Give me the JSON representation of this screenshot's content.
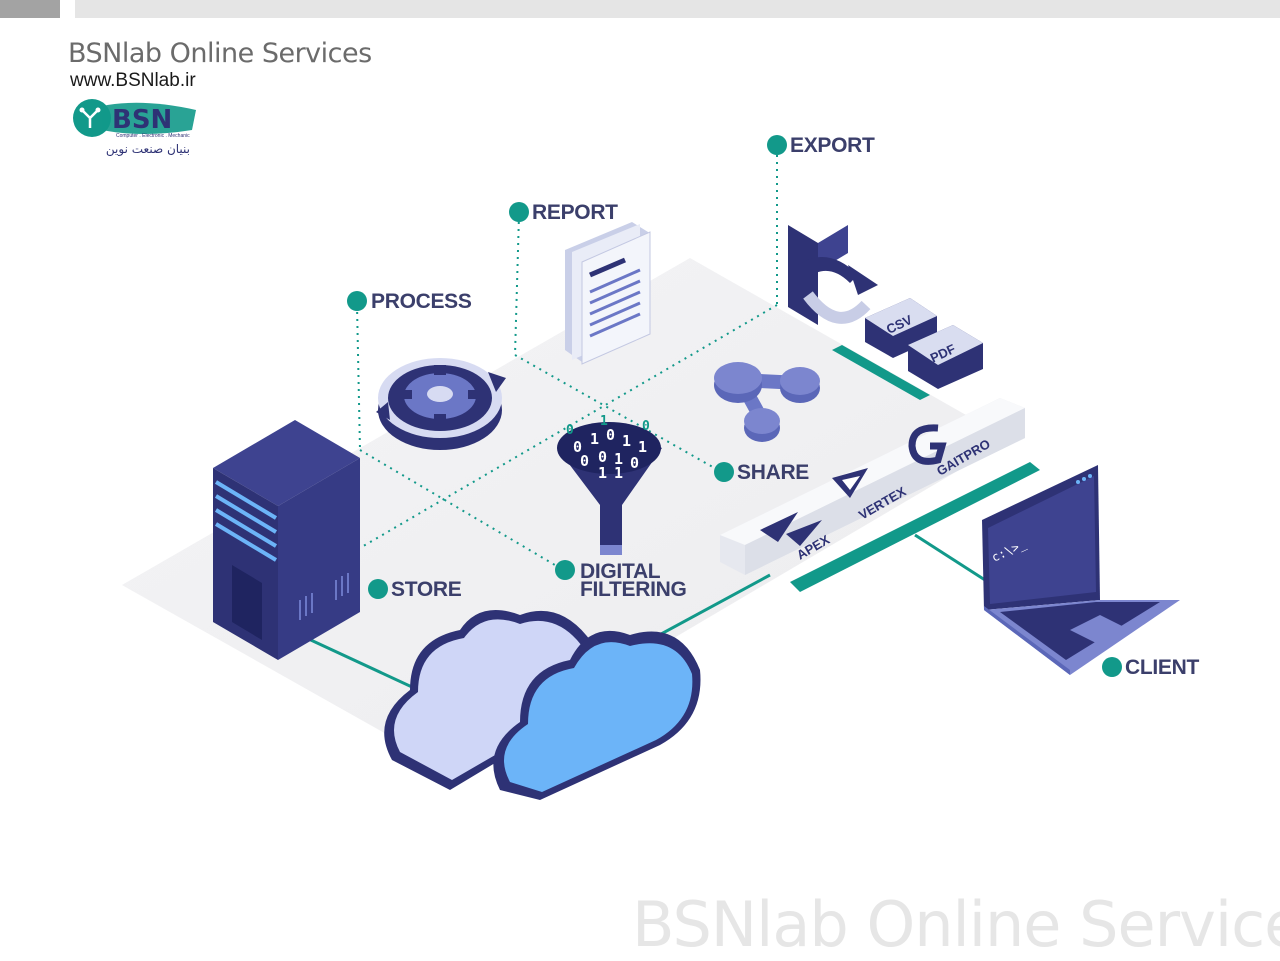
{
  "header": {
    "brand_title": "BSNlab  Online Services",
    "brand_url": "www.BSNlab.ir",
    "logo_text": "BSN",
    "logo_subtitle": "Computer . Electronic . Mechanic",
    "logo_persian": "بنیان صنعت نوین"
  },
  "watermark": "BSNlab Online Services",
  "labels": {
    "export": "EXPORT",
    "report": "REPORT",
    "process": "PROCESS",
    "share": "SHARE",
    "store": "STORE",
    "digital_1": "DIGITAL",
    "digital_2": "FILTERING",
    "client": "CLIENT"
  },
  "file_types": {
    "csv": "CSV",
    "pdf": "PDF"
  },
  "platforms": {
    "apex": "APEX",
    "vertex": "VERTEX",
    "gaitpro": "GAITPRO"
  },
  "terminal_prompt": "c:\\>_",
  "funnel_digits": [
    "0",
    "1",
    "0",
    "1",
    "1",
    "0",
    "0",
    "1",
    "0",
    "1",
    "1",
    "0"
  ],
  "colors": {
    "accent": "#12998a",
    "navy": "#2e3275",
    "label": "#3b3f6b",
    "cloud_light": "#cfd6f7",
    "cloud_blue": "#6cb4f8"
  }
}
